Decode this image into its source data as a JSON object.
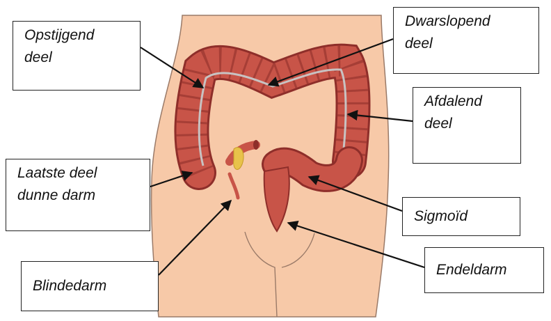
{
  "diagram": {
    "labels": {
      "ascending": "Opstijgend\ndeel",
      "transverse": "Dwarslopend\ndeel",
      "descending": "Afdalend\ndeel",
      "small_intestine_end": "Laatste deel\ndunne darm",
      "sigmoid": "Sigmoïd",
      "appendix": "Blindedarm",
      "rectum": "Endeldarm"
    },
    "colors": {
      "skin": "#f7c9a8",
      "skin_outline": "#9a7a68",
      "colon": "#c85448",
      "colon_dark": "#8e2e2a",
      "vessel": "#c8c2c2",
      "fat": "#e8c24a",
      "arrow": "#111111"
    }
  }
}
